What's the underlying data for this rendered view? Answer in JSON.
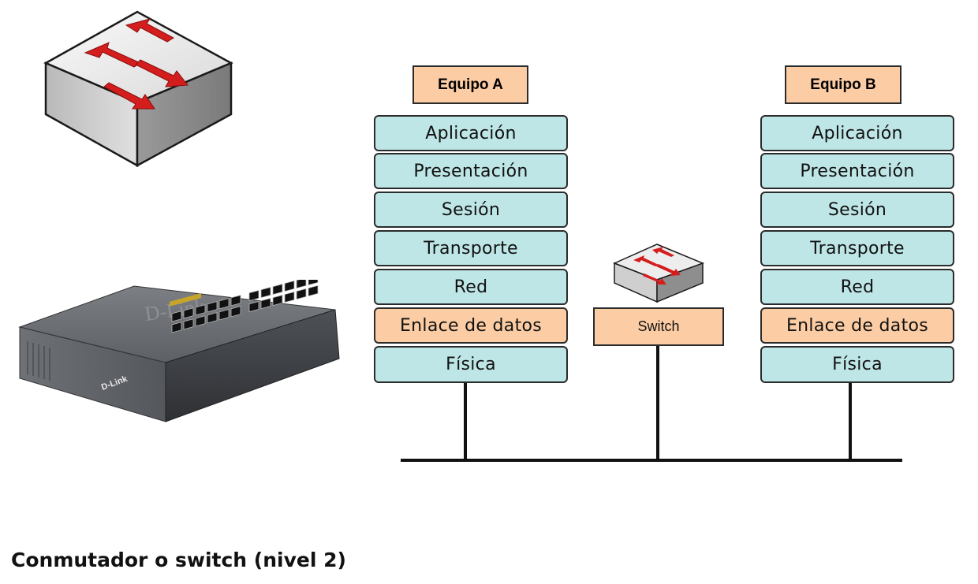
{
  "colors": {
    "layer_fill": "#bfe6e6",
    "highlight_fill": "#fccda4",
    "arrow_red": "#d11a1a",
    "line": "#111111"
  },
  "diagram": {
    "host_a": {
      "title": "Equipo A",
      "layers": [
        "Aplicación",
        "Presentación",
        "Sesión",
        "Transporte",
        "Red",
        "Enlace de datos",
        "Física"
      ]
    },
    "host_b": {
      "title": "Equipo B",
      "layers": [
        "Aplicación",
        "Presentación",
        "Sesión",
        "Transporte",
        "Red",
        "Enlace de datos",
        "Física"
      ]
    },
    "switch_label": "Switch",
    "highlighted_layer": "Enlace de datos"
  },
  "device_photo": {
    "brand": "D-Link",
    "icon": "network-switch-photo"
  },
  "caption": "Conmutador o switch (nivel 2)"
}
